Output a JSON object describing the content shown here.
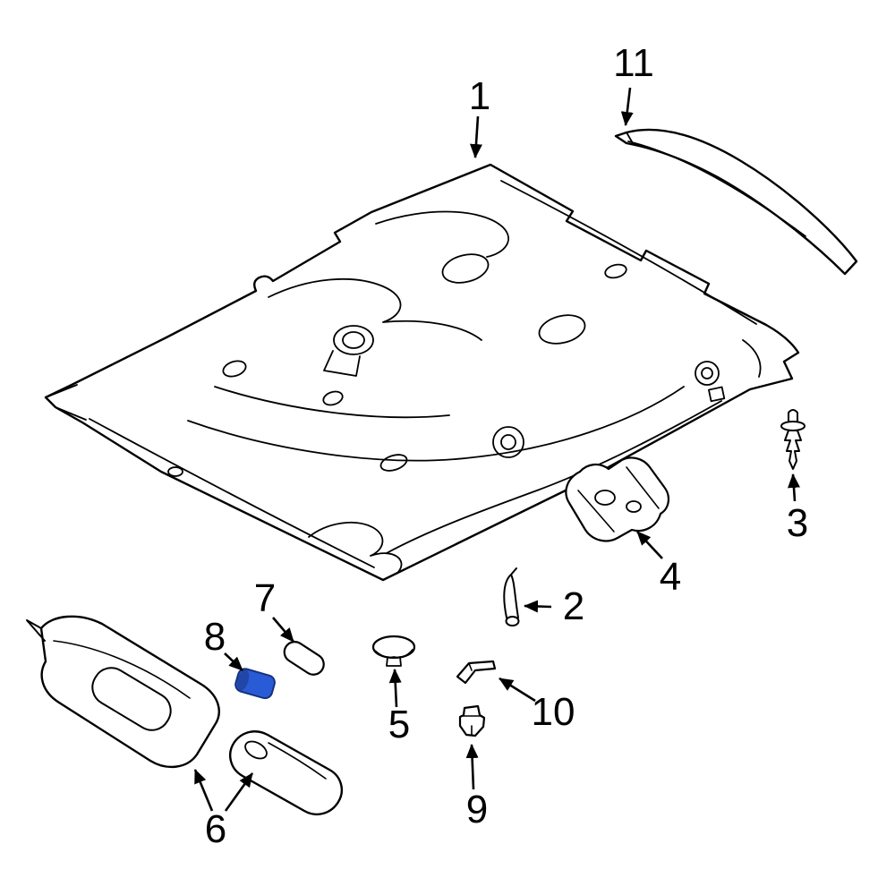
{
  "diagram": {
    "kind": "exploded-parts-line-drawing",
    "background_color": "#ffffff",
    "line_color": "#000000",
    "highlighted_part_color": "#2a5bd7",
    "callouts": [
      {
        "label": "1"
      },
      {
        "label": "2"
      },
      {
        "label": "3"
      },
      {
        "label": "4"
      },
      {
        "label": "5"
      },
      {
        "label": "6"
      },
      {
        "label": "7"
      },
      {
        "label": "8"
      },
      {
        "label": "9"
      },
      {
        "label": "10"
      },
      {
        "label": "11"
      }
    ]
  }
}
